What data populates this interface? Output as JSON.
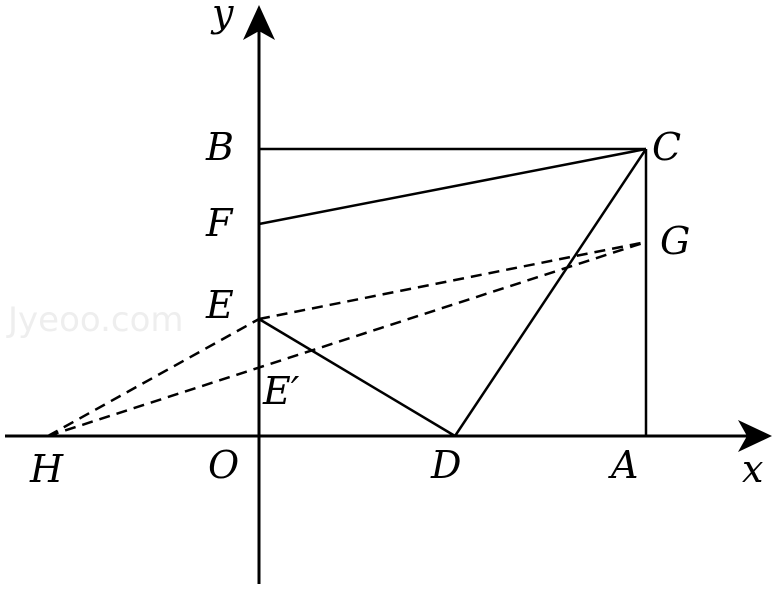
{
  "figure": {
    "watermark": "Jyeoo.com",
    "colors": {
      "stroke": "#000000",
      "background": "#ffffff",
      "watermark": "#eeeeee"
    },
    "axes": {
      "x_label": "x",
      "y_label": "y",
      "origin_label": "O"
    },
    "points": {
      "A": "A",
      "B": "B",
      "C": "C",
      "D": "D",
      "E": "E",
      "E_prime": "E′",
      "F": "F",
      "G": "G",
      "H": "H"
    }
  }
}
